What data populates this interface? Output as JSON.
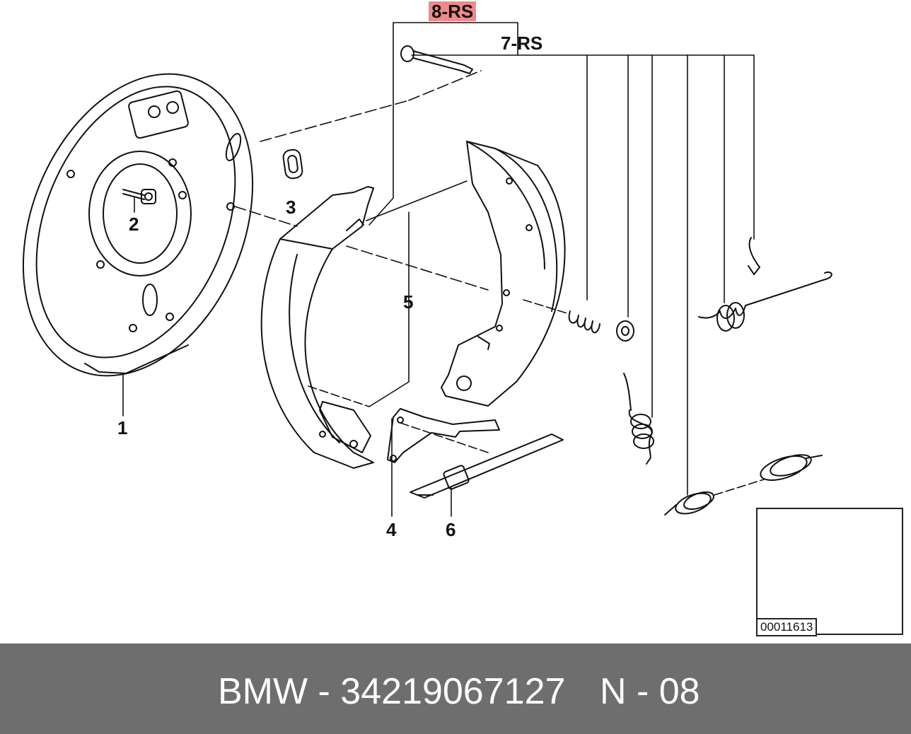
{
  "callouts": {
    "c1": "1",
    "c2": "2",
    "c3": "3",
    "c4": "4",
    "c5": "5",
    "c6": "6",
    "c7": "7-RS",
    "c8": "8-RS"
  },
  "reference": {
    "code": "00011613"
  },
  "footer": {
    "part": "BMW - 34219067127",
    "page": "N - 08"
  },
  "colors": {
    "highlight": "#f08a8a",
    "footer_bg": "#6e6e6e",
    "line": "#111111"
  }
}
